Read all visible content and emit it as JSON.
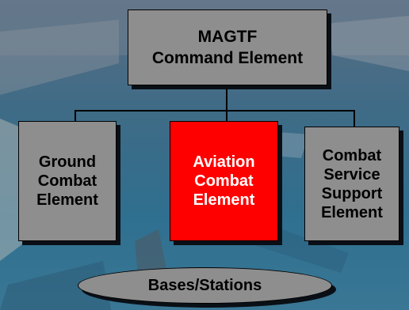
{
  "nodes": {
    "command": {
      "line1": "MAGTF",
      "line2": "Command Element"
    },
    "ground": {
      "line1": "Ground",
      "line2": "Combat",
      "line3": "Element"
    },
    "aviation": {
      "line1": "Aviation",
      "line2": "Combat",
      "line3": "Element"
    },
    "css": {
      "line1": "Combat",
      "line2": "Service",
      "line3": "Support",
      "line4": "Element"
    },
    "bases": {
      "label": "Bases/Stations"
    }
  },
  "colors": {
    "node_fill": "#8e8e8e",
    "highlight_fill": "#ff0000",
    "highlight_text": "#ffffff",
    "connector": "#000000"
  }
}
